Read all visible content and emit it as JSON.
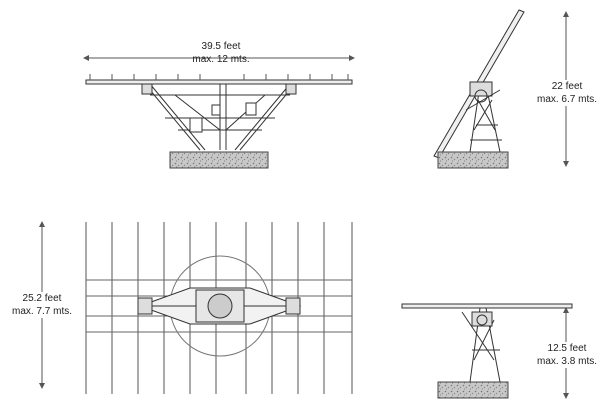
{
  "views": {
    "front": {
      "width_label": "39.5 feet",
      "width_metric": "max. 12 mts."
    },
    "side": {
      "height_label": "22 feet",
      "height_metric": "max. 6.7 mts."
    },
    "top": {
      "depth_label": "25.2 feet",
      "depth_metric": "max. 7.7 mts."
    },
    "stowed": {
      "height_label": "12.5 feet",
      "height_metric": "max. 3.8 mts."
    }
  },
  "colors": {
    "line": "#333333",
    "light_line": "#777777",
    "foundation": "#bdbdbd"
  }
}
